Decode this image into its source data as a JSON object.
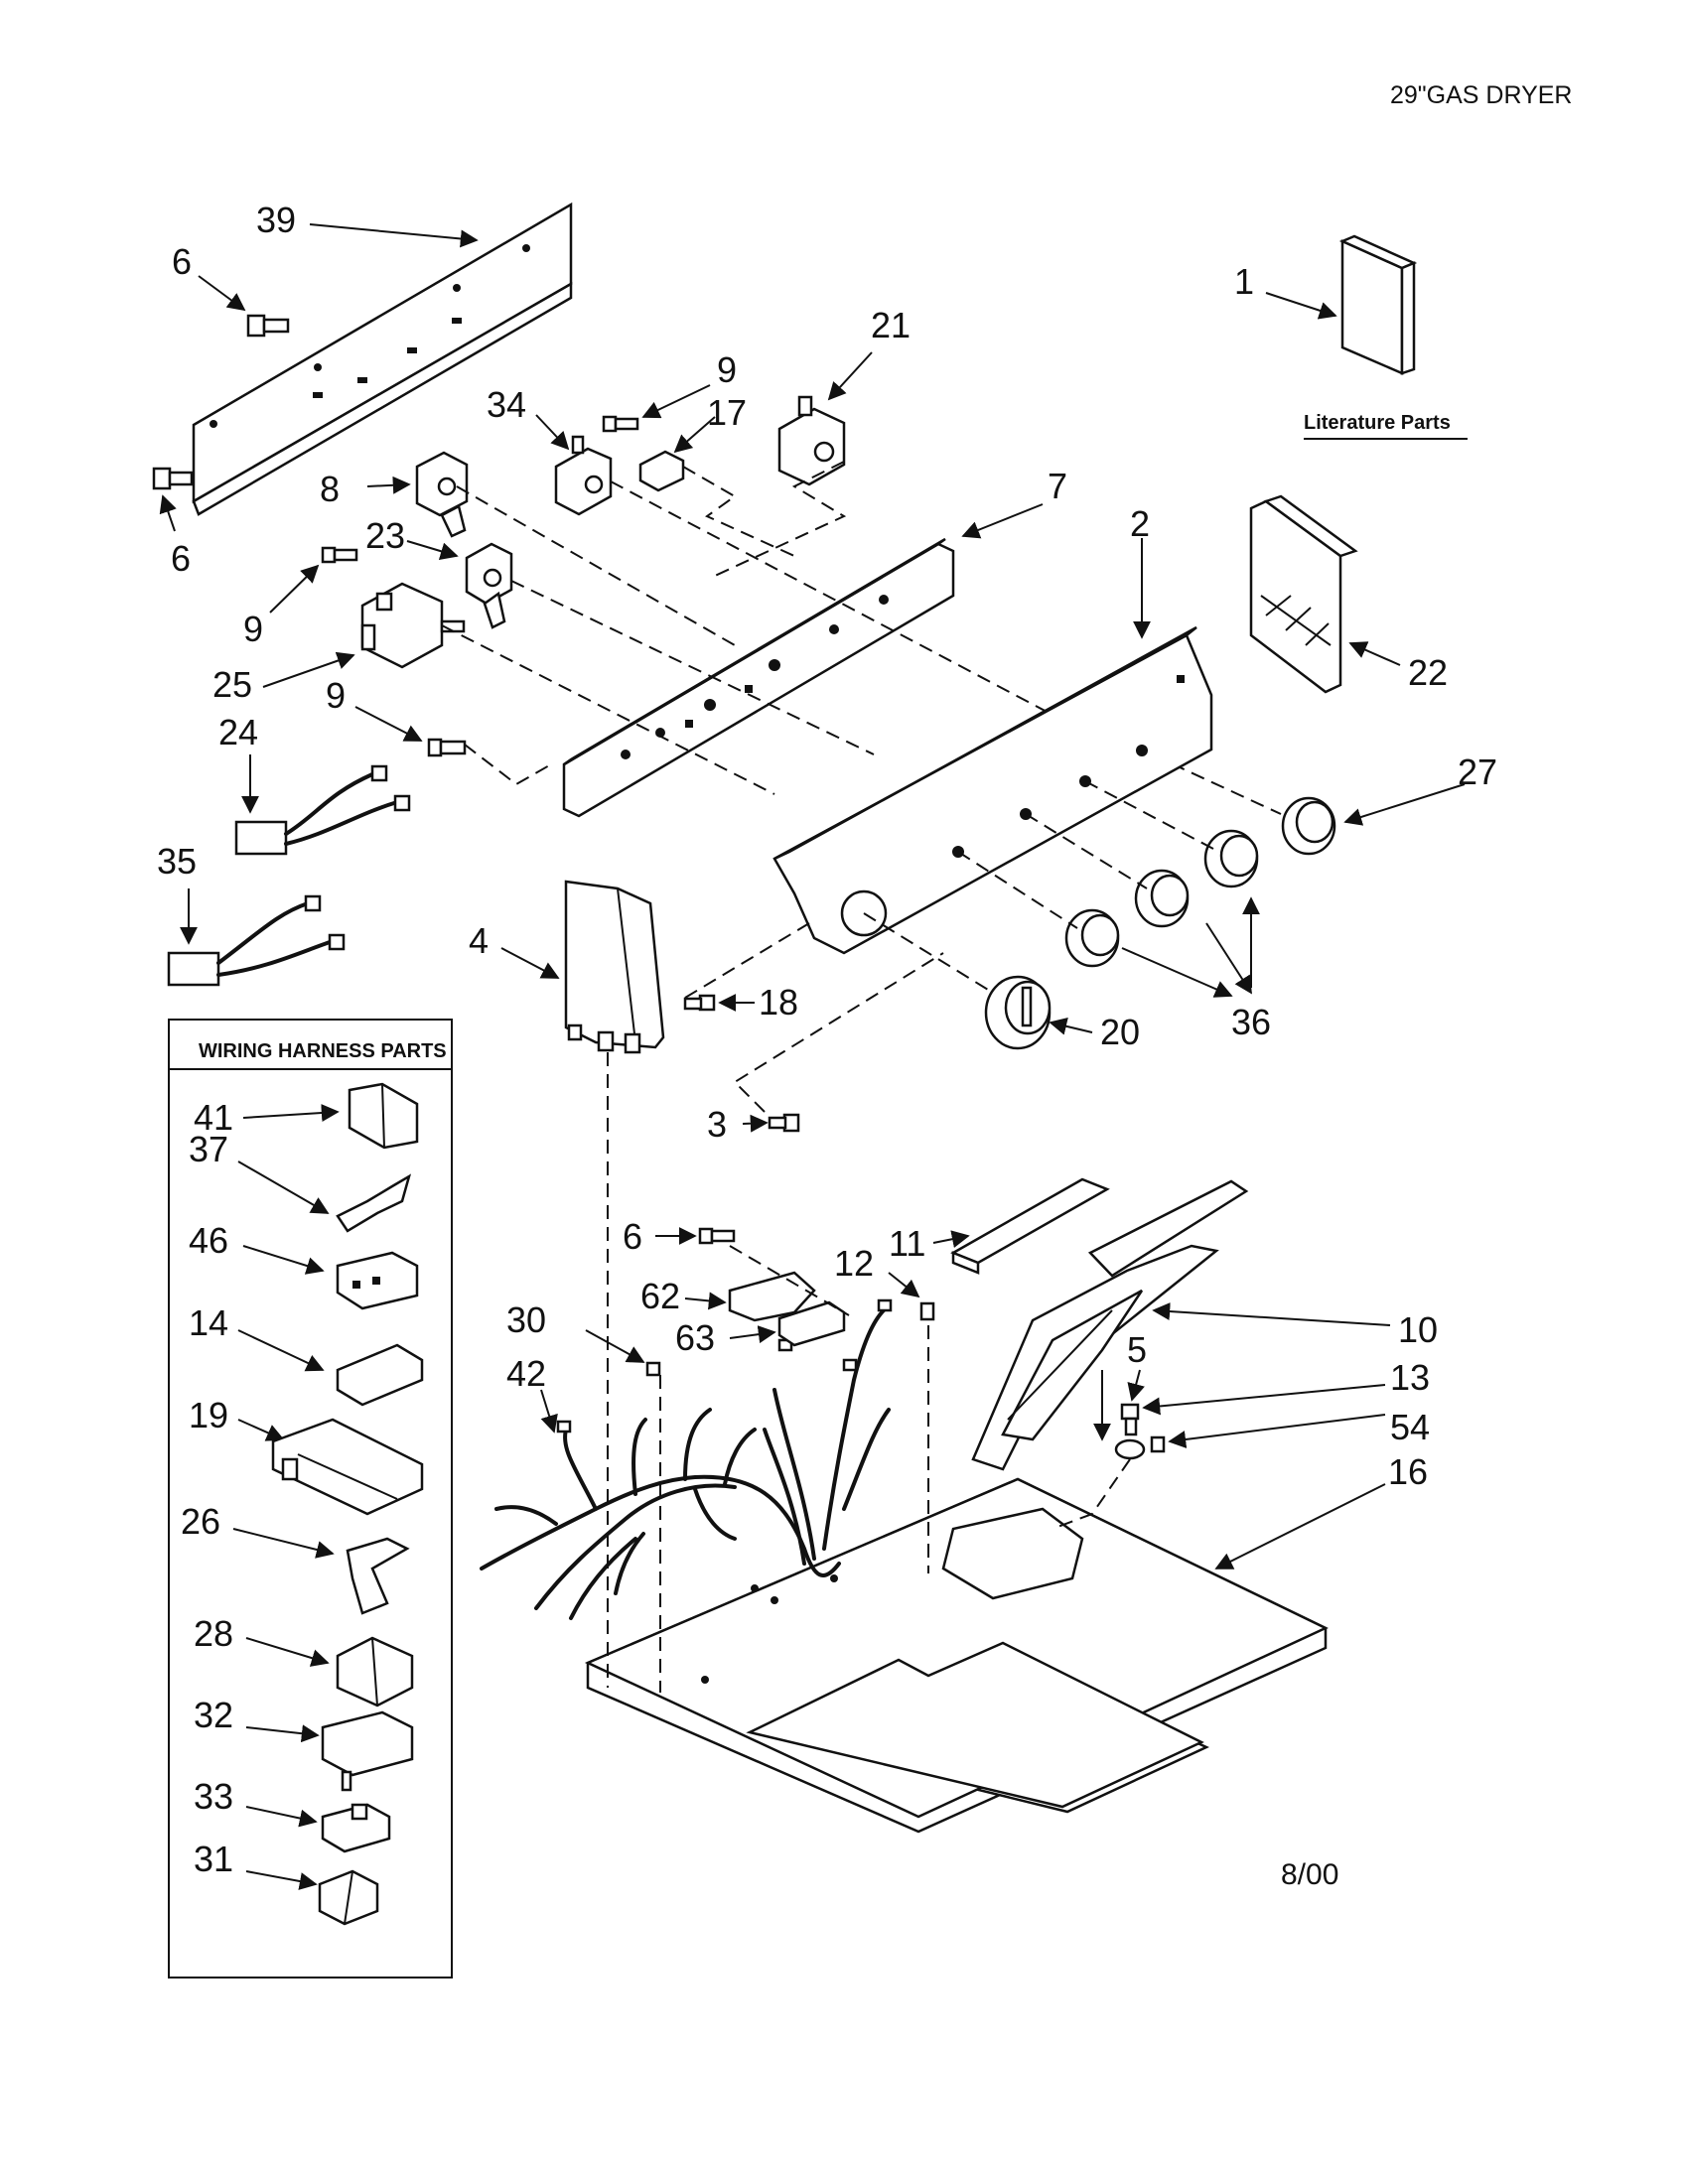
{
  "title": "29\"GAS DRYER",
  "date_code": "8/00",
  "literature_label": "Literature Parts",
  "harness_box_title": "WIRING HARNESS PARTS",
  "callouts": {
    "c1": "1",
    "c2": "2",
    "c3": "3",
    "c4": "4",
    "c5": "5",
    "c6a": "6",
    "c6b": "6",
    "c6c": "6",
    "c7": "7",
    "c8": "8",
    "c9a": "9",
    "c9b": "9",
    "c9c": "9",
    "c10": "10",
    "c11": "11",
    "c12": "12",
    "c13": "13",
    "c16": "16",
    "c17": "17",
    "c18": "18",
    "c20": "20",
    "c21": "21",
    "c22": "22",
    "c23": "23",
    "c24": "24",
    "c25": "25",
    "c27": "27",
    "c30": "30",
    "c34": "34",
    "c35": "35",
    "c36": "36",
    "c39": "39",
    "c42": "42",
    "c54": "54",
    "c62": "62",
    "c63": "63"
  },
  "harness_parts": {
    "h41": "41",
    "h37": "37",
    "h46": "46",
    "h14": "14",
    "h19": "19",
    "h26": "26",
    "h28": "28",
    "h32": "32",
    "h33": "33",
    "h31": "31"
  }
}
